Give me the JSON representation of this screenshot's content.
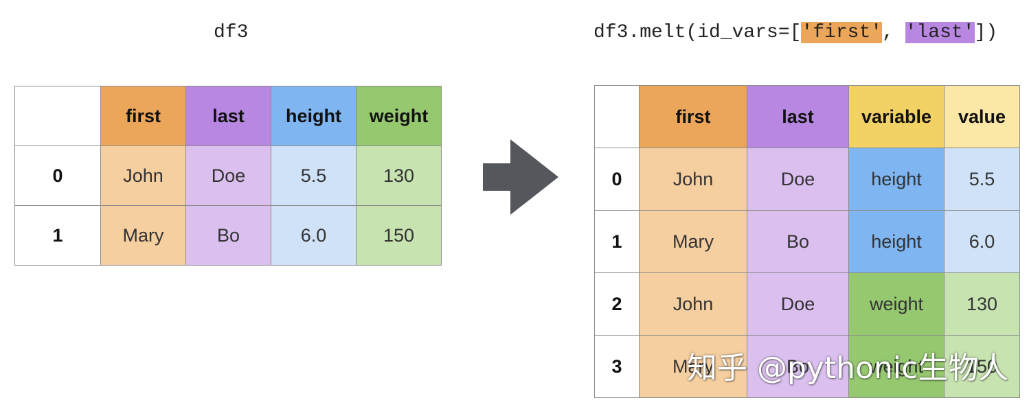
{
  "left": {
    "title": "df3",
    "corner": "",
    "headers": [
      "first",
      "last",
      "height",
      "weight"
    ],
    "rows": [
      {
        "index": "0",
        "cells": [
          "John",
          "Doe",
          "5.5",
          "130"
        ]
      },
      {
        "index": "1",
        "cells": [
          "Mary",
          "Bo",
          "6.0",
          "150"
        ]
      }
    ]
  },
  "right": {
    "title_prefix": "df3.melt(id_vars=[",
    "hl_first": "'first'",
    "title_sep": ", ",
    "hl_last": "'last'",
    "title_suffix": "])",
    "corner": "",
    "headers": [
      "first",
      "last",
      "variable",
      "value"
    ],
    "rows": [
      {
        "index": "0",
        "cells": [
          "John",
          "Doe",
          "height",
          "5.5"
        ]
      },
      {
        "index": "1",
        "cells": [
          "Mary",
          "Bo",
          "height",
          "6.0"
        ]
      },
      {
        "index": "2",
        "cells": [
          "John",
          "Doe",
          "weight",
          "130"
        ]
      },
      {
        "index": "3",
        "cells": [
          "Mary",
          "Bo",
          "weight",
          "150"
        ]
      }
    ]
  },
  "watermark": "知乎 @pythonic生物人",
  "colors": {
    "first_header": "#ECA65A",
    "first_cell": "#F5CFA0",
    "last_header": "#B887E1",
    "last_cell": "#DBC0EF",
    "height_header": "#7FB5F0",
    "height_cell": "#CFE2F8",
    "weight_header": "#96C870",
    "weight_cell": "#C7E3B0",
    "variable_header": "#F2D265",
    "value_header": "#FBE8A6",
    "arrow": "#54575C"
  },
  "icons": {
    "arrow": "right-arrow-icon"
  }
}
